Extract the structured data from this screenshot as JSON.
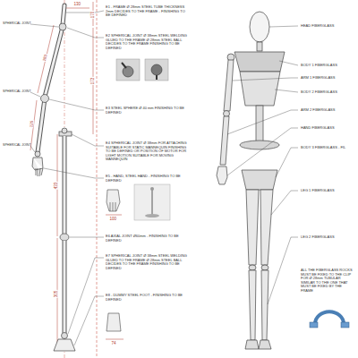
{
  "diagram": {
    "labels": [
      "E1 - FRAME Ø 28mm STEEL TUBE THICKNESS 2mm DECIDES TO THE FRAME - FINISHING TO BE DEFINED",
      "E2 SPHERICAL JOINT Ø 38mm STEEL WELDING GLUED TO THE FRAME Ø 28mm STEEL BALL DECIDES TO THE FRAME FINISHING TO BE DEFINED",
      "E3 STEEL SPHERE Ø 40 mm FINISHING TO BE DEFINED",
      "E4 SPHERICAL JOINT Ø 38mm FOR ATTACHING SUITABLE FOR STATIC MANNEQUIN FINISHING TO BE DEFINED OR POSITION OF MOTOR FOR LIGHT MOTION SUITABLE FOR MOVING MANNEQUIN",
      "E5 - HAND, STEEL HAND - FINISHING TO BE DEFINED",
      "E6 AXIAL JOINT Ø60mm - FINISHING TO BE DEFINED",
      "E7 SPHERICAL JOINT Ø 38mm STEEL WELDING GLUED TO THE FRAME Ø 28mm STEEL BALL DECIDES TO THE FRAME FINISHING TO BE DEFINED",
      "E8 - DUMMY STEEL FOOT - FINISHING TO BE DEFINED",
      "SPHERICAL JOINT",
      "SPHERICAL JOINT",
      "SPHERICAL JOINT",
      "130",
      "170",
      "283",
      "172",
      "125",
      "100",
      "433",
      "305",
      "74",
      "HEAD FIBERGLASS",
      "BODY 1 FIBERGLASS",
      "ARM 1 FIBERGLASS",
      "BODY 2 FIBERGLASS",
      "ARM 2 FIBERGLASS",
      "HAND FIBERGLASS",
      "BODY 3 FIBERGLASS - FIL",
      "LEG 1 FIBERGLASS",
      "LEG 2 FIBERGLASS",
      "ALL THE FIBERGLASS ROCKS MUST BE FIXED TO THE CLIP FOR Ø 28mm TUBULAR SIMILAR TO THE ONE THAT MUST BE FIXED BY THE FRAME"
    ]
  }
}
